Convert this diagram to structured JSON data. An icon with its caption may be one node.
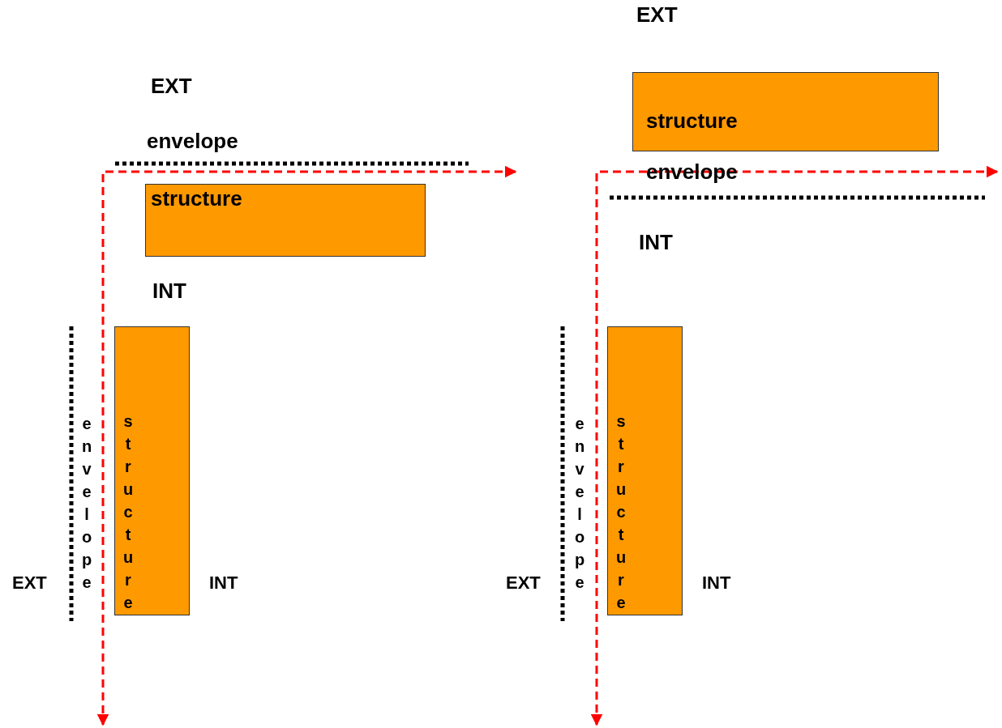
{
  "diagram": {
    "nodes": [
      {
        "text": [
          "structure"
        ]
      },
      {
        "text": [
          "structure"
        ]
      },
      {
        "text": [
          "structure"
        ]
      },
      {
        "text": [
          "structure"
        ]
      }
    ],
    "labels": [
      "EXT",
      "envelope",
      "INT",
      "envelope",
      "EXT",
      "INT",
      "EXT",
      "envelope",
      "INT",
      "envelope",
      "EXT",
      "INT"
    ]
  }
}
